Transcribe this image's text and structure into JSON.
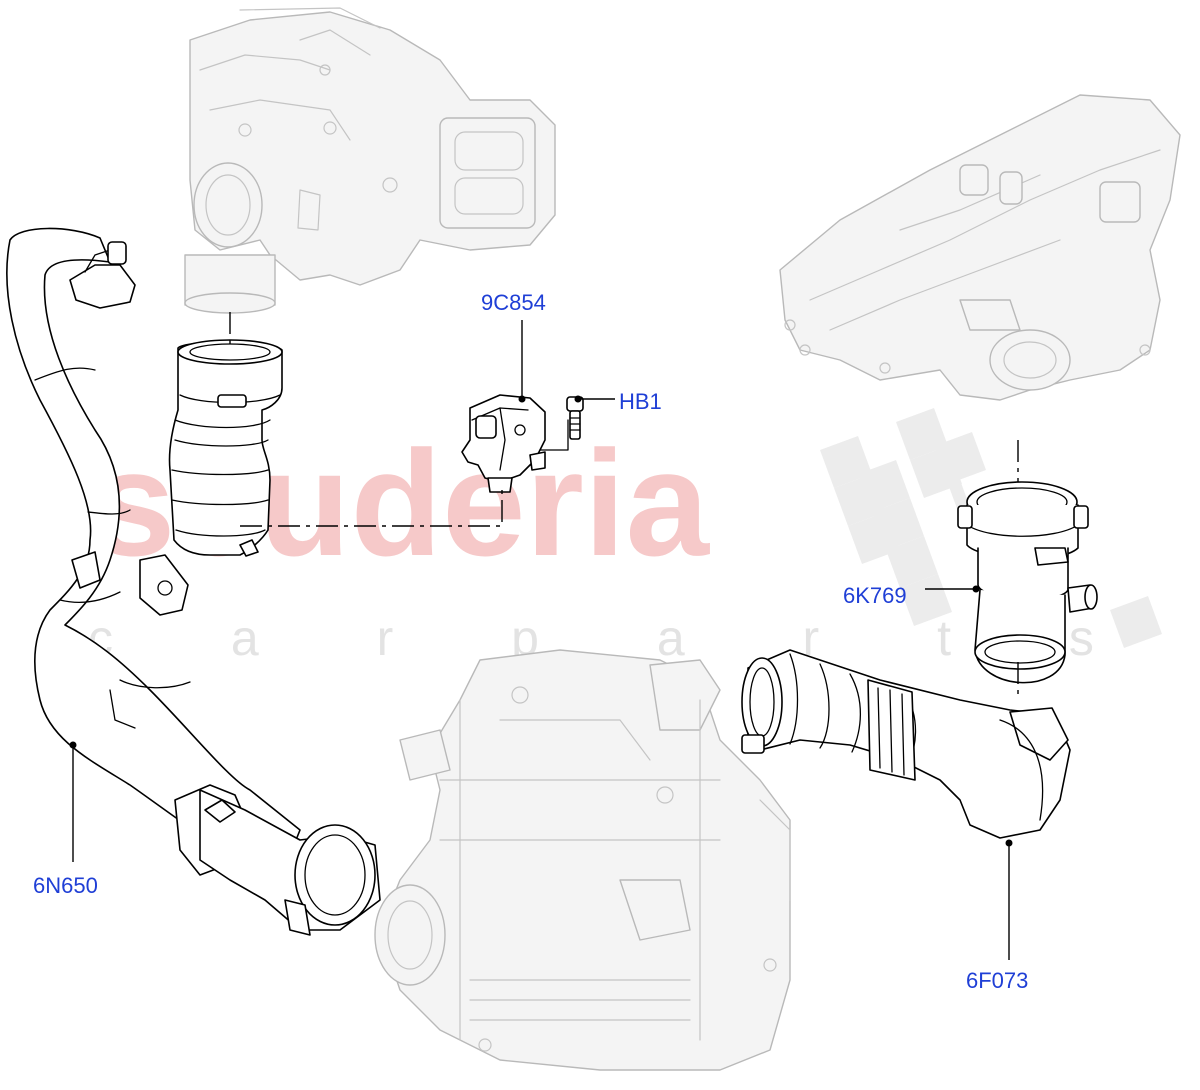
{
  "watermark": {
    "brand": "scuderia",
    "tagline": "c a r p a r t s",
    "color_brand": "#f6c9c9",
    "color_tagline": "#e3e3e3"
  },
  "callouts": [
    {
      "id": "9C854",
      "label": "9C854"
    },
    {
      "id": "HB1",
      "label": "HB1"
    },
    {
      "id": "6K769",
      "label": "6K769"
    },
    {
      "id": "6N650",
      "label": "6N650"
    },
    {
      "id": "6F073",
      "label": "6F073"
    }
  ],
  "colors": {
    "label": "#1f3fd6",
    "line": "#000000",
    "ghost_line": "#b9b9b9"
  }
}
